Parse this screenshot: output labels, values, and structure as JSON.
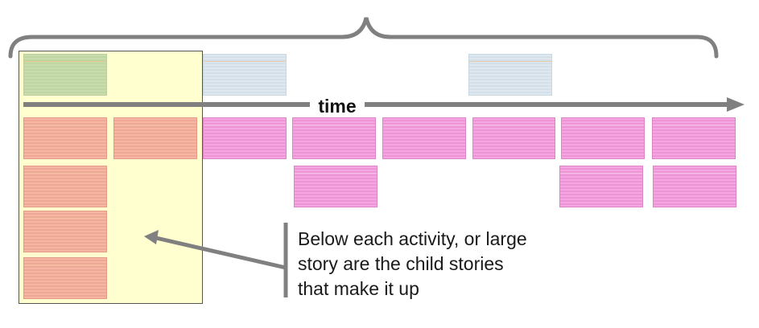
{
  "timeline": {
    "label": "time"
  },
  "callout": {
    "lines": [
      "Below each activity, or large",
      "story are the child stories",
      "that make it up"
    ]
  },
  "colors": {
    "activity_card": "#c9dcae",
    "milestone_card": "#dfe8ee",
    "selected_story_card": "#f6b6a4",
    "story_card": "#f5a6e2",
    "highlight": "#ffffaa",
    "arrow": "#808080"
  }
}
